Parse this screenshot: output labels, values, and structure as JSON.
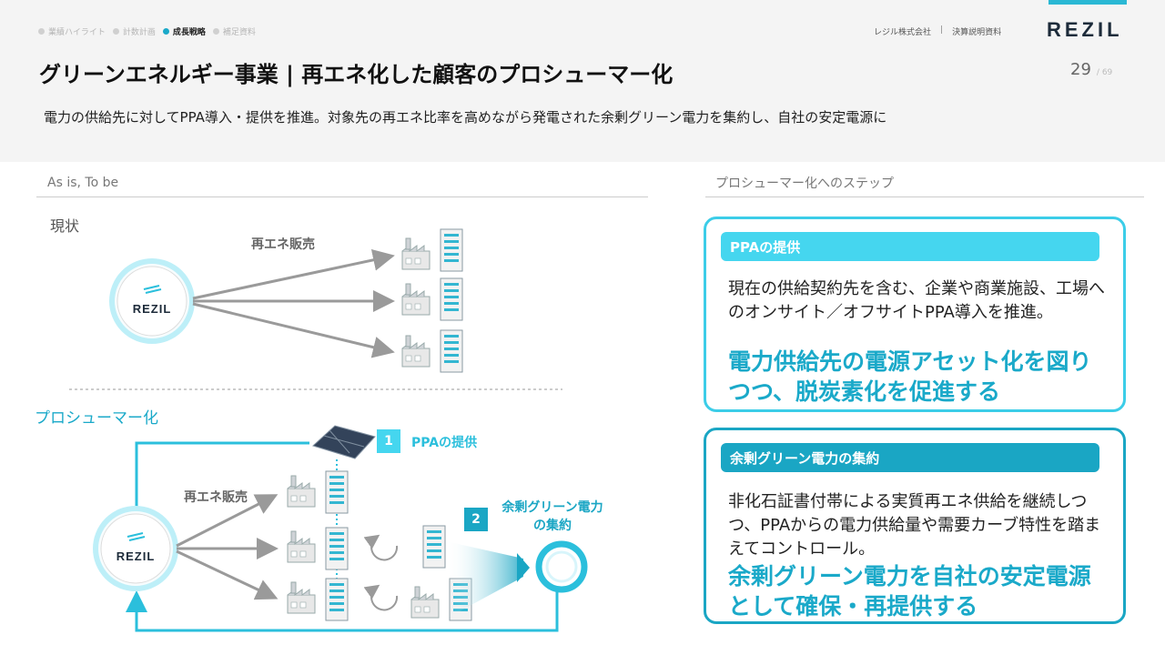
{
  "breadcrumb": [
    "業績ハイライト",
    "計数計画",
    "成長戦略",
    "補足資料"
  ],
  "company": {
    "name": "レジル株式会社",
    "doc": "決算説明資料",
    "logo": "REZIL"
  },
  "title": "グリーンエネルギー事業 | 再エネ化した顧客のプロシューマー化",
  "page": {
    "current": "29",
    "total": "69",
    "sep": "/"
  },
  "lead": "電力の供給先に対してPPA導入・提供を推進。対象先の再エネ比率を高めながら発電された余剰グリーン電力を集約し、自社の安定電源に",
  "left": {
    "section": "As is, To be",
    "current_label": "現状",
    "sales_label": "再エネ販売",
    "future_label": "プロシューマー化",
    "sales_label2": "再エネ販売",
    "step1_num": "1",
    "step1_label": "PPAの提供",
    "step2_num": "2",
    "step2_label_line1": "余剰グリーン電力",
    "step2_label_line2": "の集約",
    "logo": "REZIL"
  },
  "right": {
    "section": "プロシューマー化へのステップ",
    "card1": {
      "head": "PPAの提供",
      "body": "現在の供給契約先を含む、企業や商業施設、工場へのオンサイト／オフサイトPPA導入を推進。",
      "emph": "電力供給先の電源アセット化を図りつつ、脱炭素化を促進する"
    },
    "card2": {
      "head": "余剰グリーン電力の集約",
      "body": "非化石証書付帯による実質再エネ供給を継続しつつ、PPAからの電力供給量や需要カーブ特性を踏まえてコントロール。",
      "emph": "余剰グリーン電力を自社の安定電源として確保・再提供する"
    }
  },
  "colors": {
    "accent": "#1aa9c9",
    "accent_light": "#45d6ef",
    "arrow": "#9a9a9a"
  },
  "icons": [
    "factory-icon",
    "building-icon",
    "solar-panel-icon",
    "refresh-icon",
    "power-ring-icon"
  ]
}
